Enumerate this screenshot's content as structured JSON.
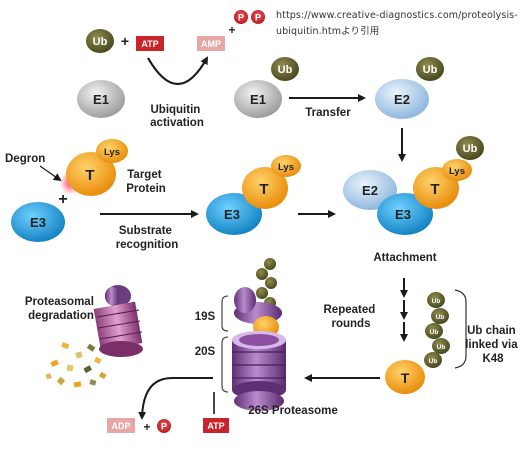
{
  "source": {
    "line1": "https://www.creative-diagnostics.com/proteolysis-",
    "line2": "ubiquitin.htmより引用"
  },
  "molecules": {
    "ub": "Ub",
    "atp": "ATP",
    "amp": "AMP",
    "adp": "ADP",
    "p": "P",
    "plus": "+",
    "e1": "E1",
    "e2": "E2",
    "e3": "E3",
    "t": "T",
    "lys": "Lys"
  },
  "labels": {
    "ubiquitin_activation": [
      "Ubiquitin",
      "activation"
    ],
    "transfer": "Transfer",
    "degron": "Degron",
    "target_protein": [
      "Target",
      "Protein"
    ],
    "substrate_recognition": [
      "Substrate",
      "recognition"
    ],
    "attachment": "Attachment",
    "repeated_rounds": [
      "Repeated",
      "rounds"
    ],
    "ub_chain": [
      "Ub chain",
      "linked via",
      "K48"
    ],
    "s19": "19S",
    "s20": "20S",
    "proteasome": "26S Proteasome",
    "proteasomal_degradation": [
      "Proteasomal",
      "degradation"
    ]
  },
  "colors": {
    "e1_gray": "#b7b7b7",
    "e_blue": "#29a3dc",
    "e2_pale": "#b9d6ef",
    "target_orange": "#f4a21d",
    "ub_olive": "#6b6a34",
    "atp_red": "#c8242b",
    "amp_pink": "#e7a7a7",
    "proteasome_purple": "#8a4fa0"
  }
}
